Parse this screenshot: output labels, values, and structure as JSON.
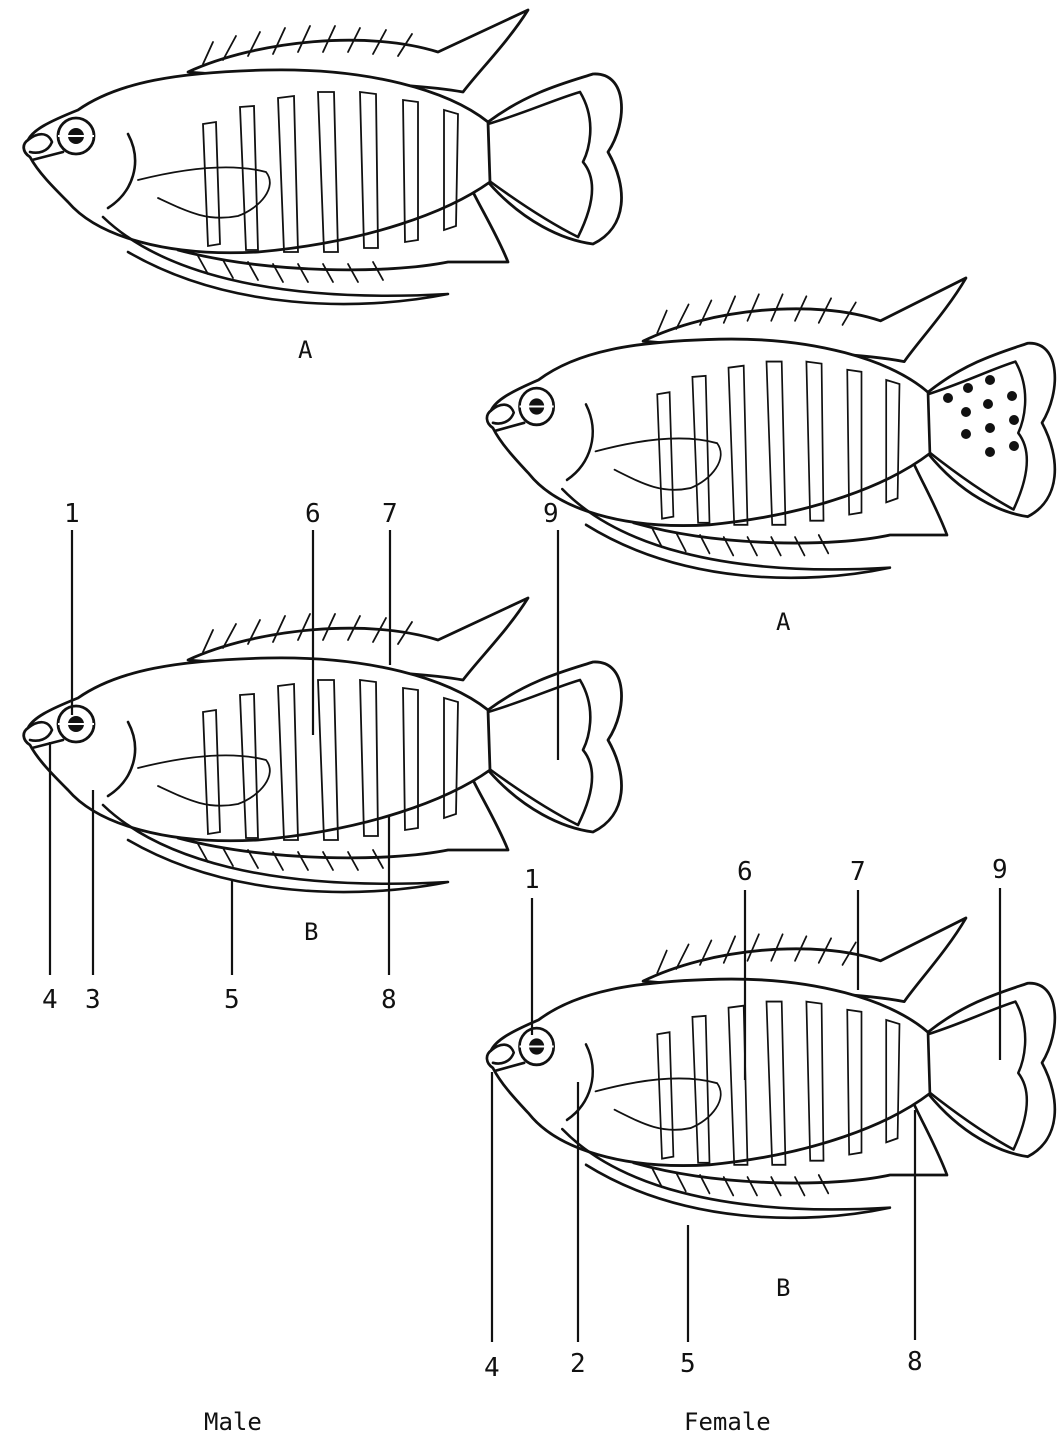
{
  "figure": {
    "fish": [
      {
        "id": "male-a",
        "stage_label": "A"
      },
      {
        "id": "female-a",
        "stage_label": "A"
      },
      {
        "id": "male-b",
        "stage_label": "B"
      },
      {
        "id": "female-b",
        "stage_label": "B"
      }
    ],
    "male_b_labels": [
      "1",
      "6",
      "7",
      "9",
      "4",
      "3",
      "5",
      "8"
    ],
    "female_b_labels": [
      "1",
      "6",
      "7",
      "9",
      "4",
      "2",
      "5",
      "8"
    ],
    "captions": {
      "left": "Male",
      "right": "Female"
    }
  }
}
